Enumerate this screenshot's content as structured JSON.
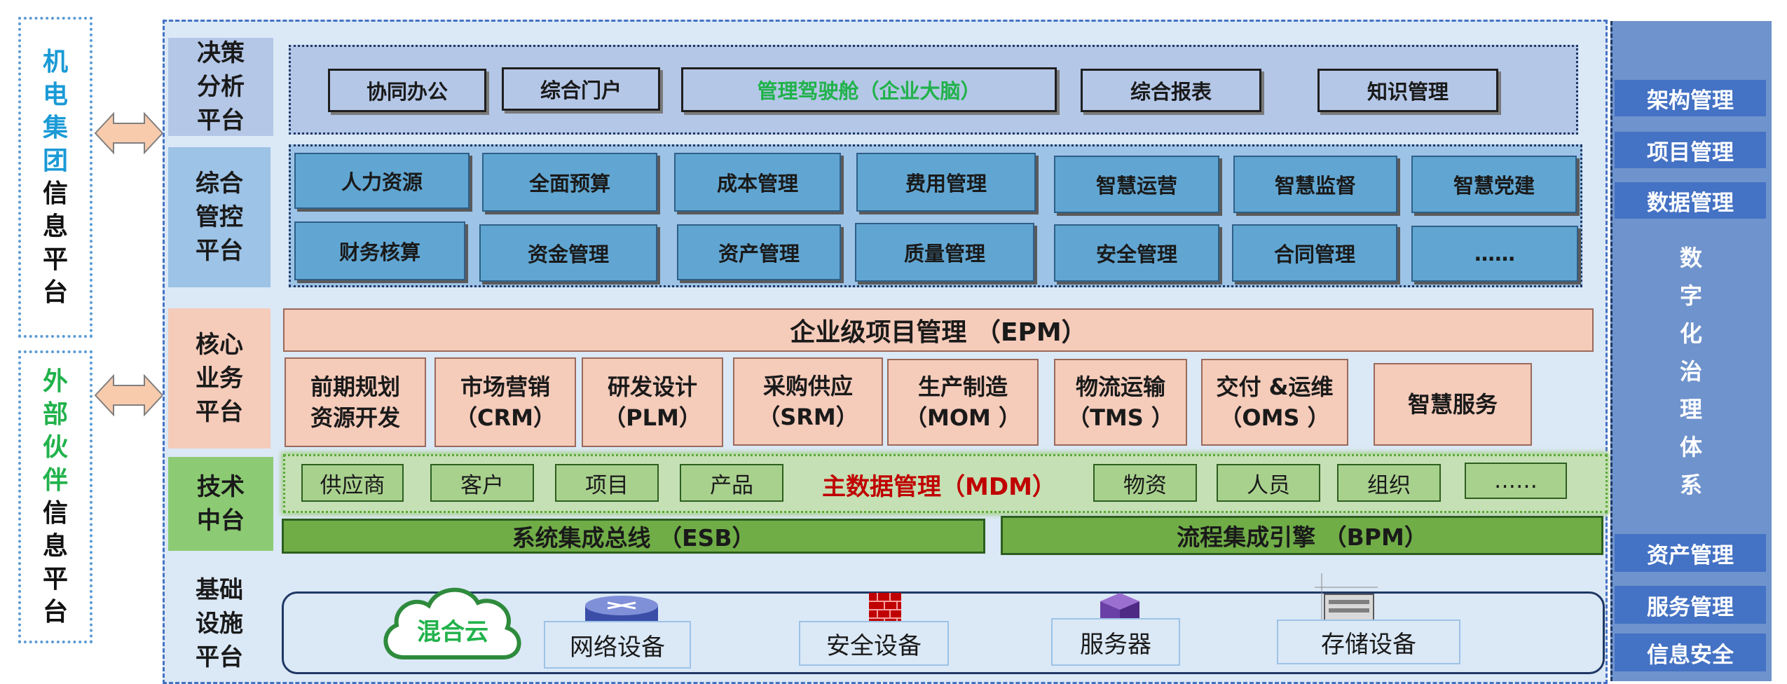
{
  "left_panels": {
    "top": [
      "机",
      "电",
      "集",
      "团",
      "信",
      "息",
      "平",
      "台"
    ],
    "bottom": [
      "外",
      "部",
      "伙",
      "伴",
      "信",
      "息",
      "平",
      "台"
    ]
  },
  "layers": {
    "decision": {
      "label": [
        "决策",
        "分析",
        "平台"
      ],
      "items": [
        "协同办公",
        "综合门户",
        "管理驾驶舱（企业大脑）",
        "综合报表",
        "知识管理"
      ]
    },
    "integrated": {
      "label": [
        "综合",
        "管控",
        "平台"
      ],
      "row1": [
        "人力资源",
        "全面预算",
        "成本管理",
        "费用管理",
        "智慧运营",
        "智慧监督",
        "智慧党建"
      ],
      "row2": [
        "财务核算",
        "资金管理",
        "资产管理",
        "质量管理",
        "安全管理",
        "合同管理",
        "……"
      ]
    },
    "core": {
      "label": [
        "核心",
        "业务",
        "平台"
      ],
      "epm": "企业级项目管理 （EPM）",
      "modules": [
        [
          "前期规划",
          "资源开发"
        ],
        [
          "市场营销",
          "（CRM）"
        ],
        [
          "研发设计",
          "（PLM）"
        ],
        [
          "采购供应",
          "（SRM）"
        ],
        [
          "生产制造",
          "（MOM ）"
        ],
        [
          "物流运输",
          "（TMS ）"
        ],
        [
          "交付 &运维",
          "（OMS ）"
        ],
        [
          "智慧服务"
        ]
      ]
    },
    "tech": {
      "label": [
        "技术",
        "中台"
      ],
      "mdm_items_left": [
        "供应商",
        "客户",
        "项目",
        "产品"
      ],
      "mdm": "主数据管理（MDM）",
      "mdm_items_right": [
        "物资",
        "人员",
        "组织",
        "……"
      ],
      "esb": "系统集成总线 （ESB）",
      "bpm": "流程集成引擎 （BPM）"
    },
    "infra": {
      "label": [
        "基础",
        "设施",
        "平台"
      ],
      "cloud": "混合云",
      "devices": [
        "网络设备",
        "安全设备",
        "服务器",
        "存储设备"
      ]
    }
  },
  "right_panel": {
    "top_buttons": [
      "架构管理",
      "项目管理",
      "数据管理"
    ],
    "vertical": [
      "数",
      "字",
      "化",
      "治",
      "理",
      "体",
      "系"
    ],
    "bottom_buttons": [
      "资产管理",
      "服务管理",
      "信息安全"
    ]
  },
  "colors": {
    "frame_bg": "#dbe8f6",
    "right_bg": "#6f93cc",
    "accent_blue": "#4472c4",
    "green_text": "#21b24b",
    "red_text": "#c00000"
  }
}
